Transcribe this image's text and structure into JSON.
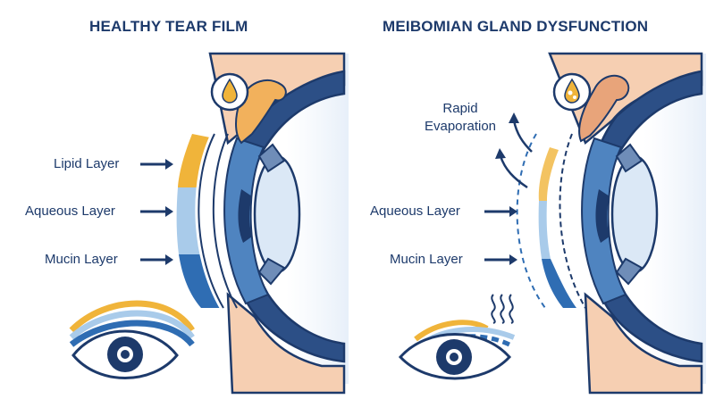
{
  "left_panel": {
    "title": "HEALTHY TEAR FILM",
    "labels": {
      "lipid": "Lipid Layer",
      "aqueous": "Aqueous Layer",
      "mucin": "Mucin Layer"
    }
  },
  "right_panel": {
    "title": "MEIBOMIAN GLAND DYSFUNCTION",
    "labels": {
      "evaporation": "Rapid Evaporation",
      "aqueous": "Aqueous Layer",
      "mucin": "Mucin Layer"
    }
  },
  "colors": {
    "navy": "#1d3a6b",
    "lipid": "#f0b43a",
    "aqueous": "#a9cbea",
    "mucin": "#2f6db3",
    "cornea": "#4f84c0",
    "lens": "#dbe8f6",
    "skin": "#f6cfb2",
    "gland": "#f2b15c"
  },
  "icons": [
    "oil-drop-icon",
    "heat-waves-icon",
    "eye-icon",
    "arrow-icon"
  ]
}
